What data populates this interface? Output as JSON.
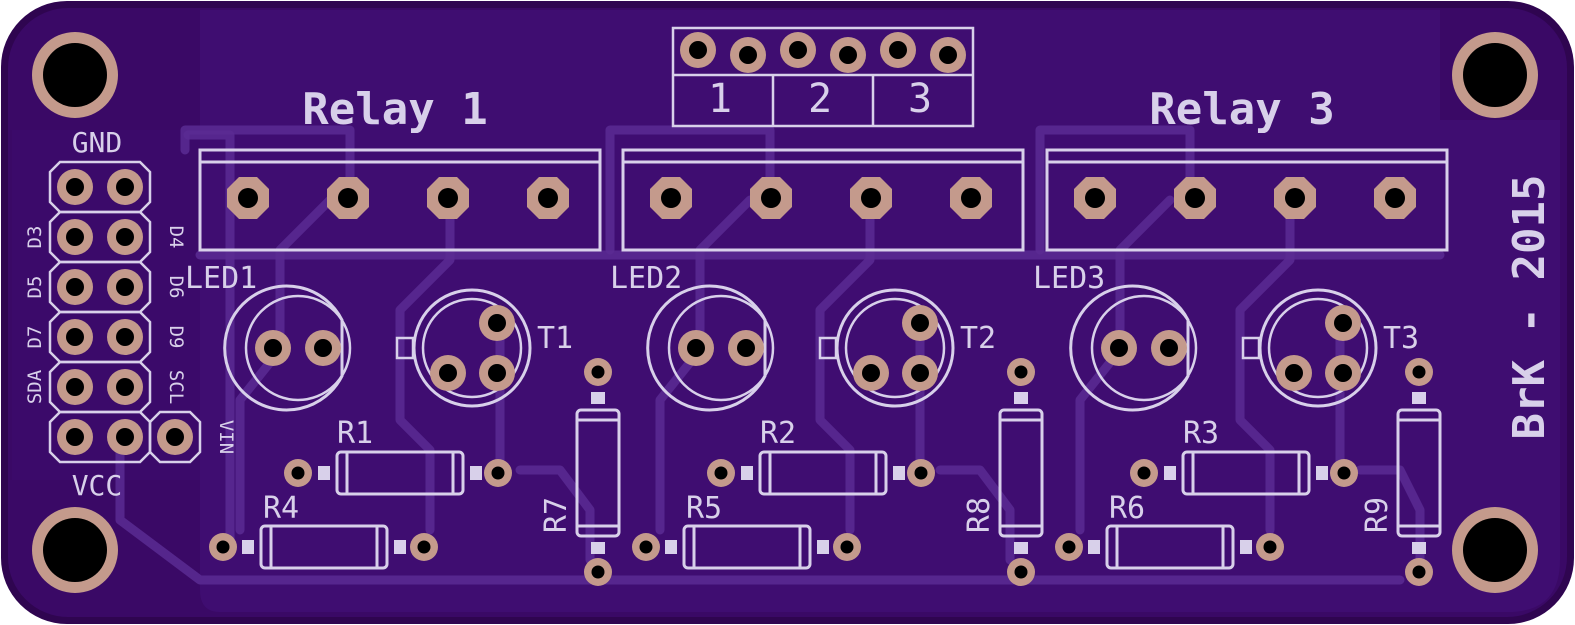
{
  "board": {
    "credit": "BrK - 2015",
    "colors": {
      "board_edge": "#2f0550",
      "board_fill": "#3a0966",
      "copper_fill": "#44107a",
      "silkscreen": "#d8d0ea",
      "pad": "#c49a8c",
      "drill": "#000000"
    }
  },
  "header": {
    "top_label": "GND",
    "bottom_label": "VCC",
    "left_labels": [
      "D3",
      "D5",
      "D7",
      "SDA"
    ],
    "right_labels": [
      "D4",
      "D6",
      "D9",
      "SCL",
      "VIN"
    ]
  },
  "top_connector": {
    "labels": [
      "1",
      "2",
      "3"
    ]
  },
  "relays": [
    {
      "label": "Relay 1"
    },
    {
      "label": ""
    },
    {
      "label": "Relay 3"
    }
  ],
  "leds": [
    "LED1",
    "LED2",
    "LED3"
  ],
  "transistors": [
    "T1",
    "T2",
    "T3"
  ],
  "resistors": [
    "R1",
    "R2",
    "R3",
    "R4",
    "R5",
    "R6",
    "R7",
    "R8",
    "R9"
  ]
}
